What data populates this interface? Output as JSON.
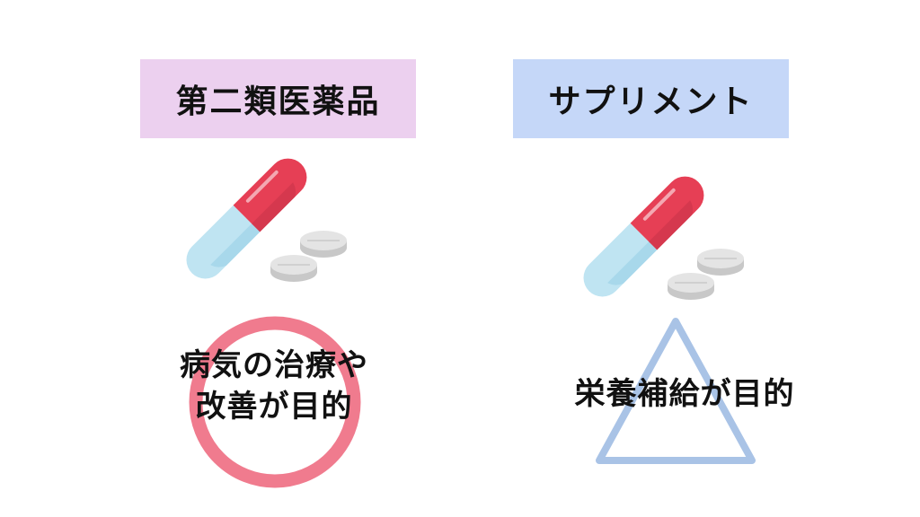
{
  "left": {
    "label": "第二類医薬品",
    "label_bg": "#ecd0ef",
    "caption_line1": "病気の治療や",
    "caption_line2": "改善が目的",
    "mark_icon": "circle-icon",
    "mark_color": "#f07b8e"
  },
  "right": {
    "label": "サプリメント",
    "label_bg": "#c5d7f8",
    "caption": "栄養補給が目的",
    "mark_icon": "triangle-icon",
    "mark_color": "#a9c3e6"
  },
  "icons": {
    "capsule": "capsule-icon",
    "tablets": "tablets-icon"
  },
  "colors": {
    "capsule_red": "#e63f55",
    "capsule_red_dark": "#c9334a",
    "capsule_blue": "#bfe4f2",
    "capsule_blue_dark": "#9ad0e6",
    "tablet_light": "#e4e4e4",
    "tablet_dark": "#c8c8c8"
  }
}
